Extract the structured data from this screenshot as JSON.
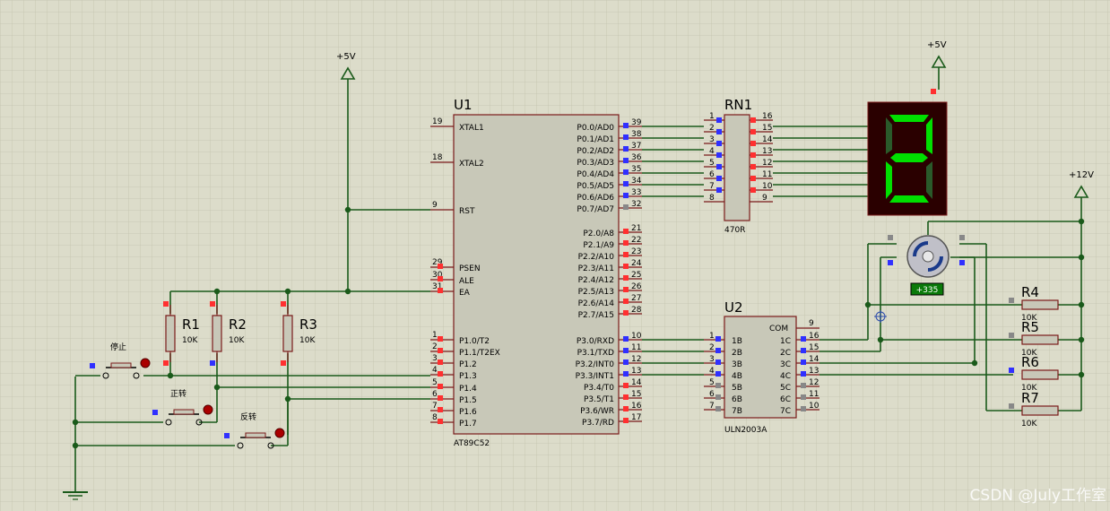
{
  "power": {
    "vcc1": "+5V",
    "vcc2": "+5V",
    "vcc3": "+12V"
  },
  "u1": {
    "ref": "U1",
    "part": "AT89C52",
    "left_pins": [
      {
        "num": "19",
        "name": "XTAL1"
      },
      {
        "num": "18",
        "name": "XTAL2"
      },
      {
        "num": "9",
        "name": "RST"
      },
      {
        "num": "29",
        "name": "PSEN"
      },
      {
        "num": "30",
        "name": "ALE"
      },
      {
        "num": "31",
        "name": "EA"
      },
      {
        "num": "1",
        "name": "P1.0/T2"
      },
      {
        "num": "2",
        "name": "P1.1/T2EX"
      },
      {
        "num": "3",
        "name": "P1.2"
      },
      {
        "num": "4",
        "name": "P1.3"
      },
      {
        "num": "5",
        "name": "P1.4"
      },
      {
        "num": "6",
        "name": "P1.5"
      },
      {
        "num": "7",
        "name": "P1.6"
      },
      {
        "num": "8",
        "name": "P1.7"
      }
    ],
    "right_pins": [
      {
        "num": "39",
        "name": "P0.0/AD0"
      },
      {
        "num": "38",
        "name": "P0.1/AD1"
      },
      {
        "num": "37",
        "name": "P0.2/AD2"
      },
      {
        "num": "36",
        "name": "P0.3/AD3"
      },
      {
        "num": "35",
        "name": "P0.4/AD4"
      },
      {
        "num": "34",
        "name": "P0.5/AD5"
      },
      {
        "num": "33",
        "name": "P0.6/AD6"
      },
      {
        "num": "32",
        "name": "P0.7/AD7"
      },
      {
        "num": "21",
        "name": "P2.0/A8"
      },
      {
        "num": "22",
        "name": "P2.1/A9"
      },
      {
        "num": "23",
        "name": "P2.2/A10"
      },
      {
        "num": "24",
        "name": "P2.3/A11"
      },
      {
        "num": "25",
        "name": "P2.4/A12"
      },
      {
        "num": "26",
        "name": "P2.5/A13"
      },
      {
        "num": "27",
        "name": "P2.6/A14"
      },
      {
        "num": "28",
        "name": "P2.7/A15"
      },
      {
        "num": "10",
        "name": "P3.0/RXD"
      },
      {
        "num": "11",
        "name": "P3.1/TXD"
      },
      {
        "num": "12",
        "name": "P3.2/INT0"
      },
      {
        "num": "13",
        "name": "P3.3/INT1"
      },
      {
        "num": "14",
        "name": "P3.4/T0"
      },
      {
        "num": "15",
        "name": "P3.5/T1"
      },
      {
        "num": "16",
        "name": "P3.6/WR"
      },
      {
        "num": "17",
        "name": "P3.7/RD"
      }
    ]
  },
  "rn1": {
    "ref": "RN1",
    "value": "470R",
    "left": [
      "1",
      "2",
      "3",
      "4",
      "5",
      "6",
      "7",
      "8"
    ],
    "right": [
      "16",
      "15",
      "14",
      "13",
      "12",
      "11",
      "10",
      "9"
    ]
  },
  "u2": {
    "ref": "U2",
    "part": "ULN2003A",
    "com_label": "COM",
    "com_num": "9",
    "left": [
      {
        "num": "1",
        "name": "1B"
      },
      {
        "num": "2",
        "name": "2B"
      },
      {
        "num": "3",
        "name": "3B"
      },
      {
        "num": "4",
        "name": "4B"
      },
      {
        "num": "5",
        "name": "5B"
      },
      {
        "num": "6",
        "name": "6B"
      },
      {
        "num": "7",
        "name": "7B"
      }
    ],
    "right": [
      {
        "num": "16",
        "name": "1C"
      },
      {
        "num": "15",
        "name": "2C"
      },
      {
        "num": "14",
        "name": "3C"
      },
      {
        "num": "13",
        "name": "4C"
      },
      {
        "num": "12",
        "name": "5C"
      },
      {
        "num": "11",
        "name": "6C"
      },
      {
        "num": "10",
        "name": "7C"
      }
    ]
  },
  "resistors_left": [
    {
      "ref": "R1",
      "value": "10K"
    },
    {
      "ref": "R2",
      "value": "10K"
    },
    {
      "ref": "R3",
      "value": "10K"
    }
  ],
  "resistors_right": [
    {
      "ref": "R4",
      "value": "10K"
    },
    {
      "ref": "R5",
      "value": "10K"
    },
    {
      "ref": "R6",
      "value": "10K"
    },
    {
      "ref": "R7",
      "value": "10K"
    }
  ],
  "buttons": [
    {
      "label": "停止"
    },
    {
      "label": "正转"
    },
    {
      "label": "反转"
    }
  ],
  "motor": {
    "readout": "+335"
  },
  "display": {
    "digit_segments": "a,b,g,e,d",
    "segment_on": "#00e000",
    "segment_off": "#2a5a2a",
    "body": "#2a0000"
  },
  "watermark": "CSDN @July工作室",
  "colors": {
    "wire": "#1a5a1a",
    "outline": "#7a1a1a",
    "pin_high": "#ff3030",
    "pin_low": "#3030ff",
    "grid": "#c8c8b4",
    "background": "#dcdcca"
  }
}
